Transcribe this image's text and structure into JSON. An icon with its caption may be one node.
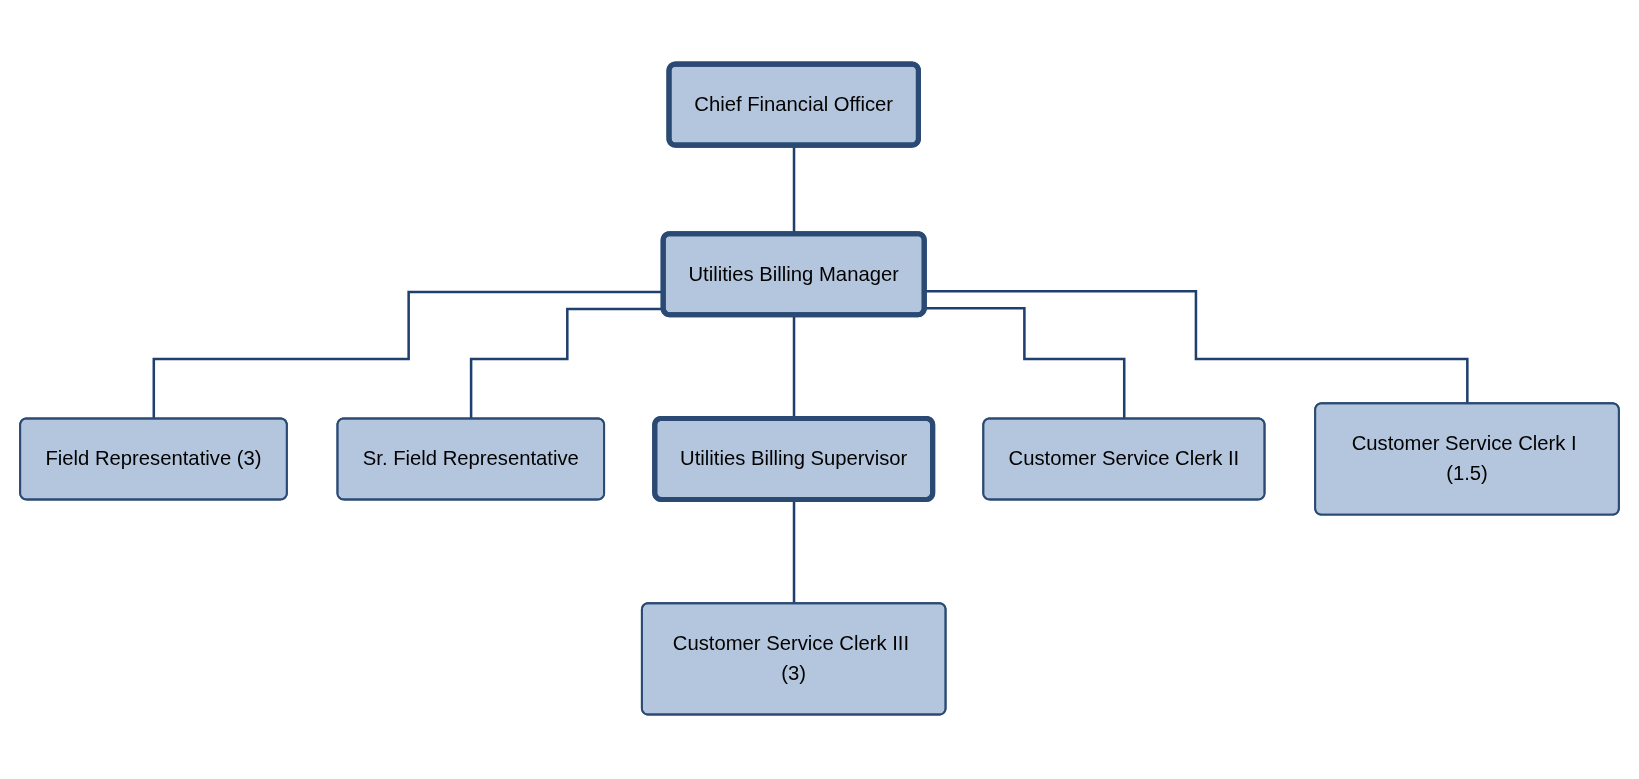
{
  "diagram": {
    "nodes": [
      {
        "text": [
          "Chief Financial Officer"
        ]
      },
      {
        "text": [
          "Utilities Billing Manager"
        ]
      },
      {
        "text": [
          "Field Representative (3)"
        ]
      },
      {
        "text": [
          "Sr. Field Representative"
        ]
      },
      {
        "text": [
          "Utilities Billing Supervisor"
        ]
      },
      {
        "text": [
          "Customer Service Clerk II"
        ]
      },
      {
        "text": [
          "Customer Service Clerk I (1.5)"
        ]
      },
      {
        "text": [
          "Customer Service Clerk III (3)"
        ]
      }
    ],
    "edges": [
      {
        "from": 0,
        "to": 1,
        "arrow": "none"
      },
      {
        "from": 1,
        "to": 2,
        "arrow": "none"
      },
      {
        "from": 1,
        "to": 3,
        "arrow": "none"
      },
      {
        "from": 1,
        "to": 4,
        "arrow": "none"
      },
      {
        "from": 1,
        "to": 5,
        "arrow": "none"
      },
      {
        "from": 1,
        "to": 6,
        "arrow": "none"
      },
      {
        "from": 4,
        "to": 7,
        "arrow": "none"
      }
    ]
  }
}
